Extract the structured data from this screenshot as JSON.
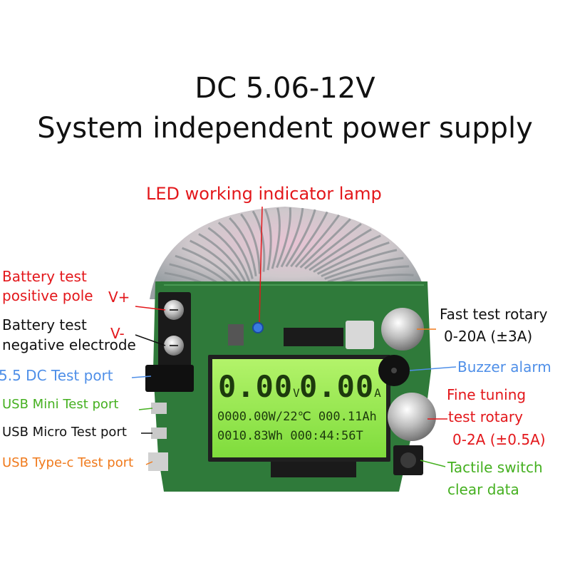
{
  "headline": {
    "line1": "DC 5.06-12V",
    "line2": "System independent power supply"
  },
  "labels": {
    "led": "LED working indicator lamp",
    "battery_pos_1": "Battery test",
    "battery_pos_2": "positive pole",
    "v_plus": "V+",
    "battery_neg_1": "Battery test",
    "battery_neg_2": "negative electrode",
    "v_minus": "V-",
    "dc_port": "5.5 DC Test port",
    "usb_mini": "USB Mini Test port",
    "usb_micro": "USB Micro Test port",
    "usb_typec": "USB Type-c Test port",
    "fast_rotary_1": "Fast test rotary",
    "fast_rotary_2": "0-20A (±3A)",
    "buzzer": "Buzzer alarm",
    "fine_1": "Fine tuning",
    "fine_2": "test rotary",
    "fine_3": "0-2A (±0.5A)",
    "tactile_1": "Tactile switch",
    "tactile_2": "clear data"
  },
  "lcd": {
    "voltage": "0.00",
    "voltage_unit": "V",
    "current": "0.00",
    "current_unit": "A",
    "row1": "0000.00W/22℃ 000.11Ah",
    "row2": "0010.83Wh  000:44:56T"
  },
  "colors": {
    "red": "#e3171b",
    "blue": "#4f8fe8",
    "green": "#45b020",
    "orange": "#f07a1c",
    "pcb": "#2f7a3a",
    "lcd": "#8ee84a"
  }
}
